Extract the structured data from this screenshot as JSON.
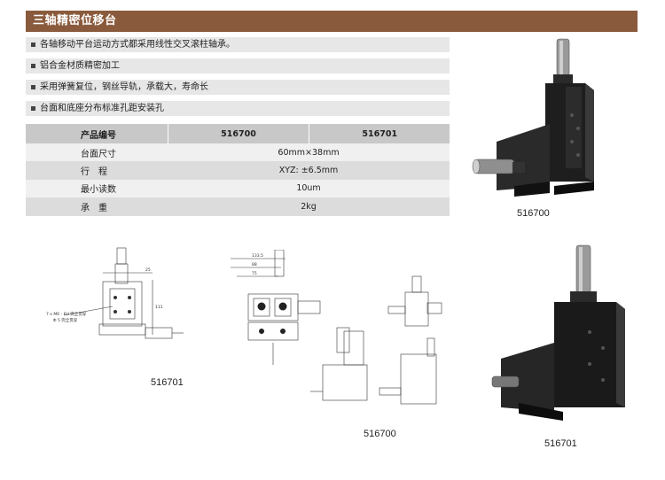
{
  "title": "三轴精密位移台",
  "features": [
    "各轴移动平台运动方式都采用线性交叉滚柱轴承。",
    "铝合金材质精密加工",
    "采用弹簧复位，钢丝导轨，承载大，寿命长",
    "台面和底座分布标准孔距安装孔"
  ],
  "table": {
    "header": [
      "产品编号",
      "516700",
      "516701"
    ],
    "rows": [
      {
        "label": "台面尺寸",
        "value": "60mm×38mm"
      },
      {
        "label": "行　程",
        "value": "XYZ: ±6.5mm"
      },
      {
        "label": "最小读数",
        "value": "10um"
      },
      {
        "label": "承　重",
        "value": "2kg"
      }
    ]
  },
  "captions": {
    "photo_top": "516700",
    "drawing_left": "516701",
    "drawing_middle": "516700",
    "photo_bottom": "516701"
  },
  "drawing_notes": {
    "holes": "7 x M6 - 6H 完全贯穿",
    "holes2": "Φ 5 完全贯穿",
    "dim1": "133.5",
    "dim2": "88",
    "dim3": "75",
    "dim4": "25",
    "dim5": "111"
  }
}
